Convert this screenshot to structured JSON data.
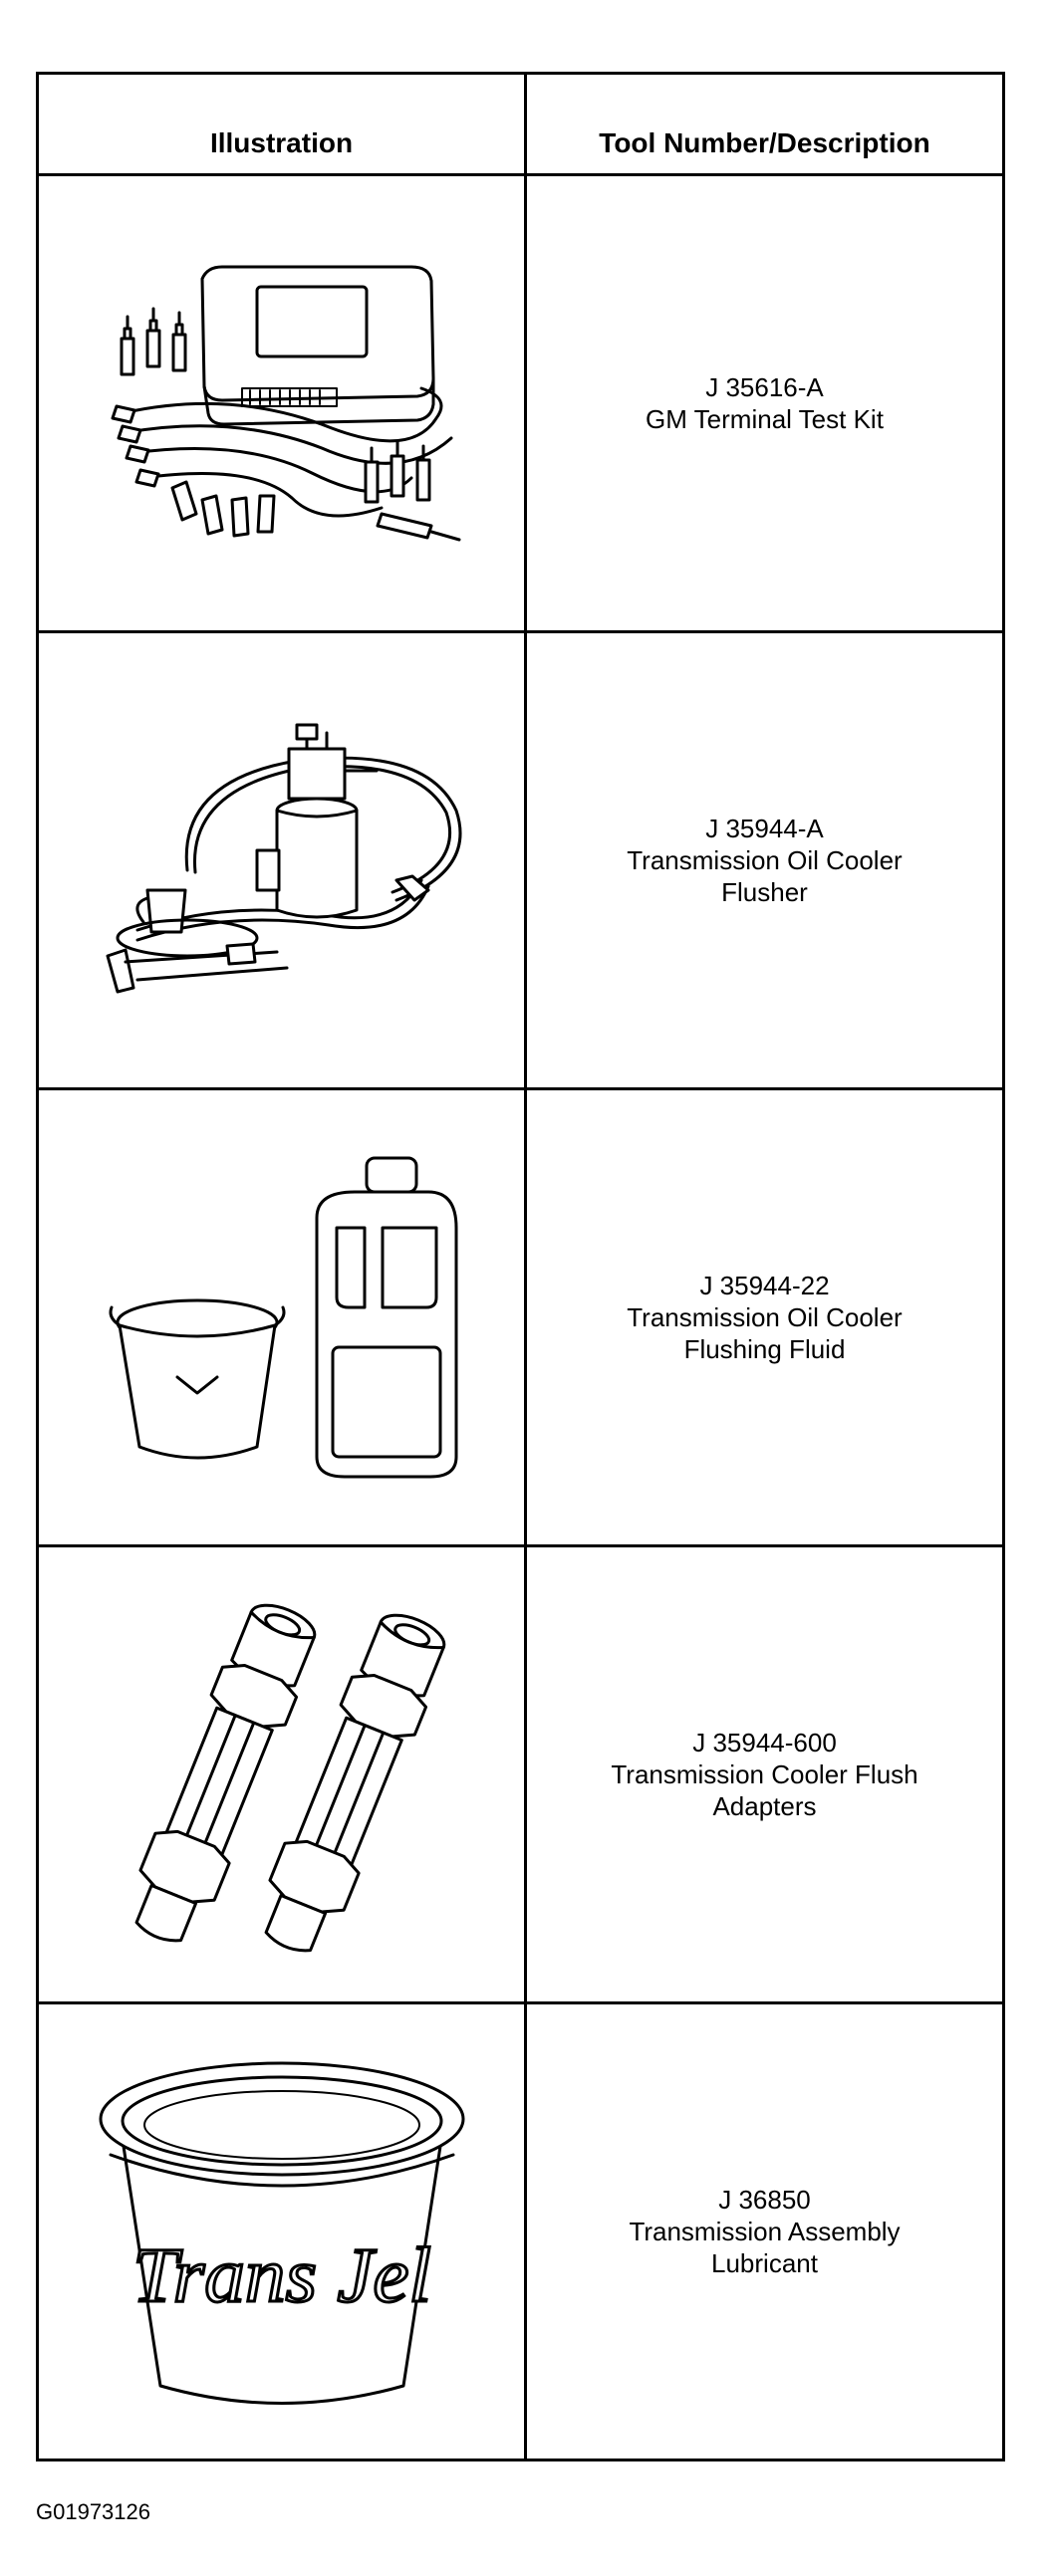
{
  "table": {
    "header": {
      "illustration": "Illustration",
      "description": "Tool Number/Description"
    },
    "rows": [
      {
        "tool_number": "J 35616-A",
        "description_lines": [
          "GM Terminal Test Kit"
        ]
      },
      {
        "tool_number": "J 35944-A",
        "description_lines": [
          "Transmission Oil Cooler",
          "Flusher"
        ]
      },
      {
        "tool_number": "J 35944-22",
        "description_lines": [
          "Transmission Oil Cooler",
          "Flushing Fluid"
        ]
      },
      {
        "tool_number": "J 35944-600",
        "description_lines": [
          "Transmission Cooler Flush",
          "Adapters"
        ]
      },
      {
        "tool_number": "J 36850",
        "description_lines": [
          "Transmission Assembly",
          "Lubricant"
        ]
      }
    ]
  },
  "tub_label": "Trans Jel",
  "figure_code": "G01973126"
}
